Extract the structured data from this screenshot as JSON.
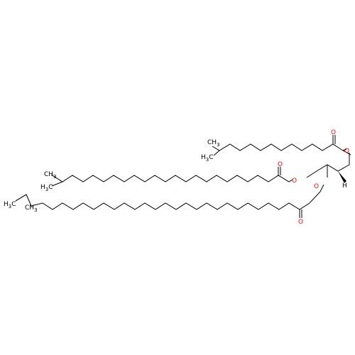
{
  "molecule": {
    "bond_color": "#000000",
    "heteroatom_color": "#ff0000",
    "atom_labels": {
      "ch3_top_upper": "CH",
      "ch3_top_upper_sub": "3",
      "ch3_top_lower": "H",
      "ch3_top_lower_sub": "3",
      "ch3_top_lower_c": "C",
      "ch3_mid": "CH",
      "ch3_mid_sub": "3",
      "ch3_mid_left": "H",
      "ch3_mid_left_sub": "3",
      "ch3_mid_left_c": "C",
      "ch3_bot_left": "H",
      "ch3_bot_left_sub": "3",
      "ch3_bot_left_c": "C",
      "ch3_bot_lower": "CH",
      "ch3_bot_lower_sub": "3",
      "o_carbonyl_top": "O",
      "o_ester_top": "O",
      "o_carbonyl_mid": "O",
      "o_ester_mid": "O",
      "o_ester_bot": "O",
      "o_carbonyl_bot": "O",
      "h_stereo": "H"
    }
  }
}
